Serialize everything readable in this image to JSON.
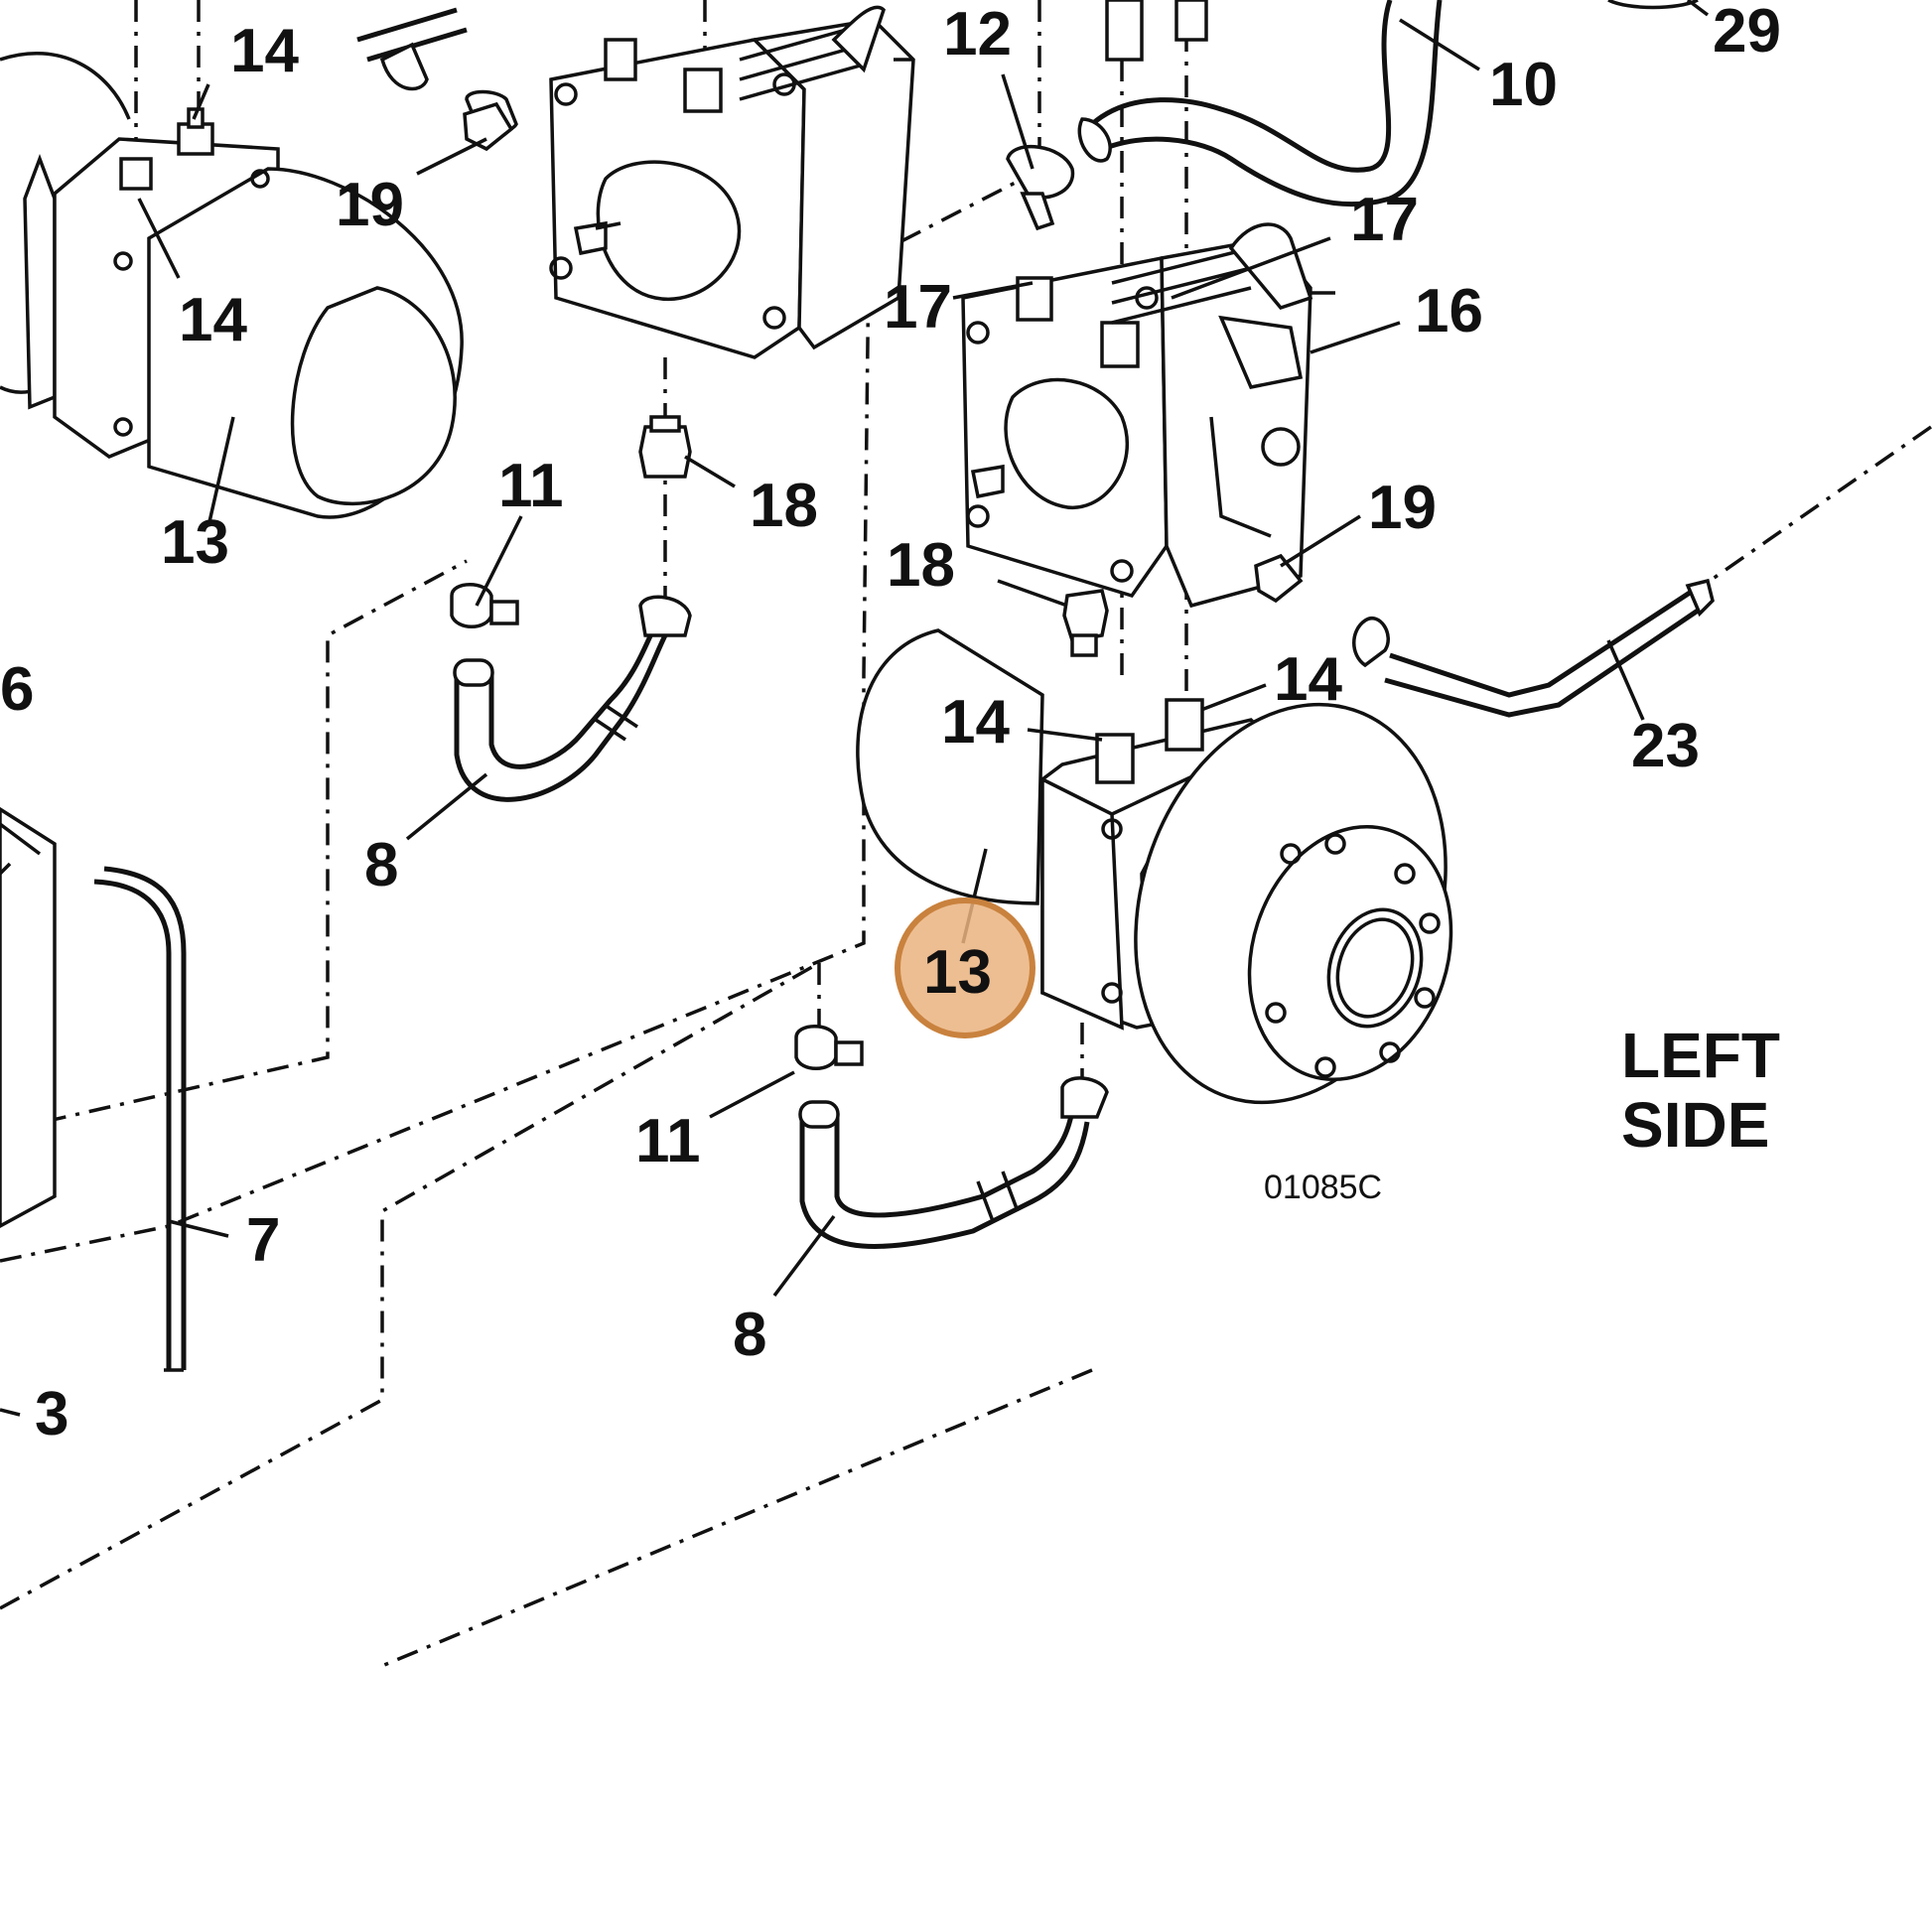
{
  "callouts": [
    "14",
    "14",
    "13",
    "19",
    "12",
    "10",
    "29",
    "17",
    "17",
    "16",
    "11",
    "18",
    "19",
    "18",
    "14",
    "14",
    "13",
    "8",
    "6",
    "11",
    "8",
    "7",
    "3",
    "23"
  ],
  "highlighted_callout": "13",
  "side_label": [
    "LEFT",
    "SIDE"
  ],
  "drawing_code": "01085C",
  "colors": {
    "highlight_fill": "#eab37f",
    "highlight_stroke": "#c9823e",
    "line": "#111111"
  }
}
